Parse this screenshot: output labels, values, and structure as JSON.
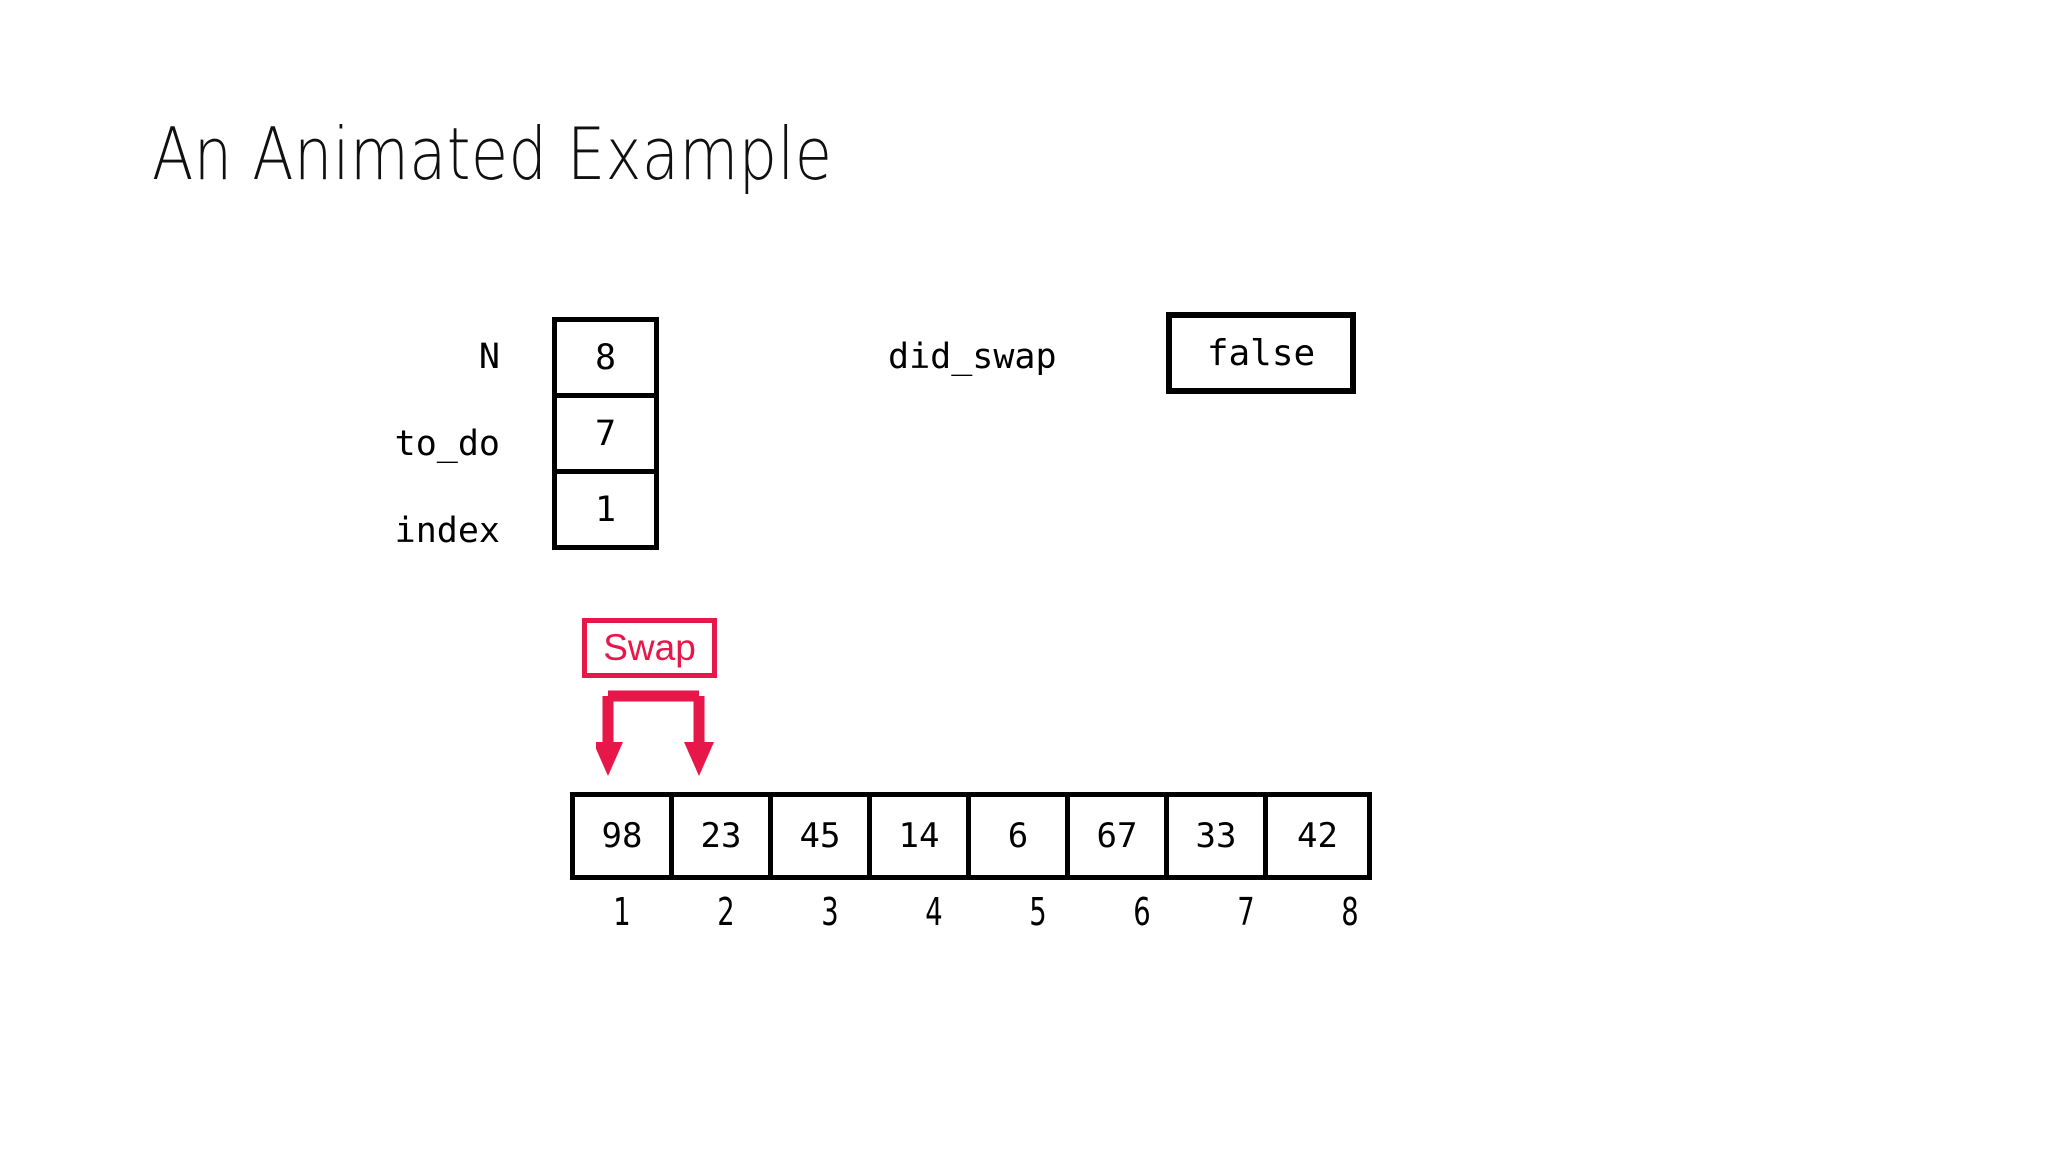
{
  "slide": {
    "title": "An Animated Example",
    "background_color": "#ffffff",
    "accent_color": "#E8174A",
    "ink_color": "#000000"
  },
  "variables": {
    "labels": [
      {
        "name": "N",
        "text": "N"
      },
      {
        "name": "to_do",
        "text": "to_do"
      },
      {
        "name": "index",
        "text": "index"
      }
    ],
    "values": [
      {
        "name": "N",
        "text": "8"
      },
      {
        "name": "to_do",
        "text": "7"
      },
      {
        "name": "index",
        "text": "1"
      }
    ]
  },
  "did_swap": {
    "label": "did_swap",
    "value": "false"
  },
  "annotation": {
    "badge_label": "Swap",
    "badge_color": "#E8174A",
    "arrow_color": "#E8174A",
    "arrow_targets": [
      1,
      2
    ]
  },
  "array": {
    "values": [
      "98",
      "23",
      "45",
      "14",
      "6",
      "67",
      "33",
      "42"
    ],
    "indices": [
      "1",
      "2",
      "3",
      "4",
      "5",
      "6",
      "7",
      "8"
    ]
  }
}
